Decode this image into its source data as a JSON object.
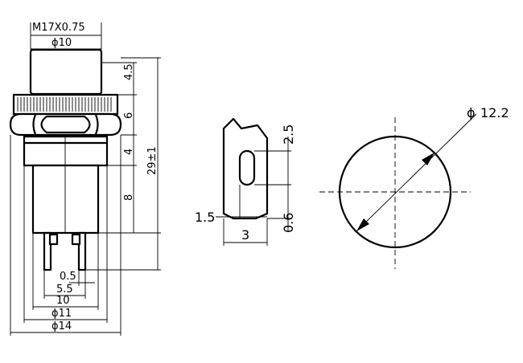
{
  "front_view": {
    "thread": "M17X0.75",
    "cap_diameter": "ϕ10",
    "cap_height": "4.5",
    "nut_height": "6",
    "collar_height": "4",
    "body_height": "8",
    "total_height": "29±1",
    "pin_thickness": "0.5",
    "pin_spacing": "5.5",
    "body_width": "10",
    "collar_diameter": "ϕ11",
    "nut_diameter": "ϕ14"
  },
  "terminal_view": {
    "slot_length": "2.5",
    "slot_offset": "0.6",
    "edge_offset": "1.5",
    "terminal_width": "3"
  },
  "cap_view": {
    "diameter": "12.2",
    "diameter_symbol": "ϕ"
  }
}
